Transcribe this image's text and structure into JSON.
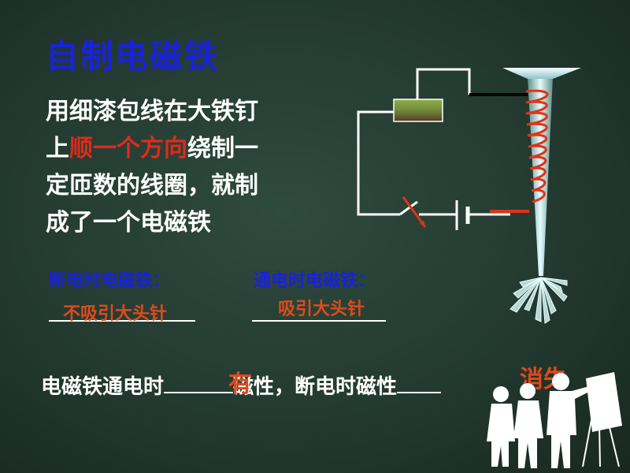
{
  "slide": {
    "title": "自制电磁铁",
    "desc_lines": [
      [
        {
          "t": "用细漆包线在大铁钉",
          "hl": false
        }
      ],
      [
        {
          "t": "上",
          "hl": false
        },
        {
          "t": "顺一个方向",
          "hl": true
        },
        {
          "t": "绕制一",
          "hl": false
        }
      ],
      [
        {
          "t": "定匝数的线圈，就制",
          "hl": false
        }
      ],
      [
        {
          "t": "成了一个电磁铁",
          "hl": false
        }
      ]
    ],
    "off_label": "断电时电磁铁：",
    "on_label": "通电时电磁铁：",
    "off_answer": "不吸引大头针",
    "on_answer": "吸引大头针",
    "sentence_part1": "电磁铁通电时",
    "answer_has": "有",
    "sentence_part2": "磁性，断电时磁性",
    "answer_lost": "消失"
  },
  "colors": {
    "title_blue": "#1a22d8",
    "highlight_red": "#e02a1a",
    "answer_orange": "#e04a1a",
    "coil_red": "#e03318",
    "battery_green": "#6f8a3c"
  },
  "icons": [
    "battery-icon",
    "switch-icon",
    "nail-icon",
    "coil-icon",
    "pins-icon",
    "presenters-silhouette-icon"
  ]
}
